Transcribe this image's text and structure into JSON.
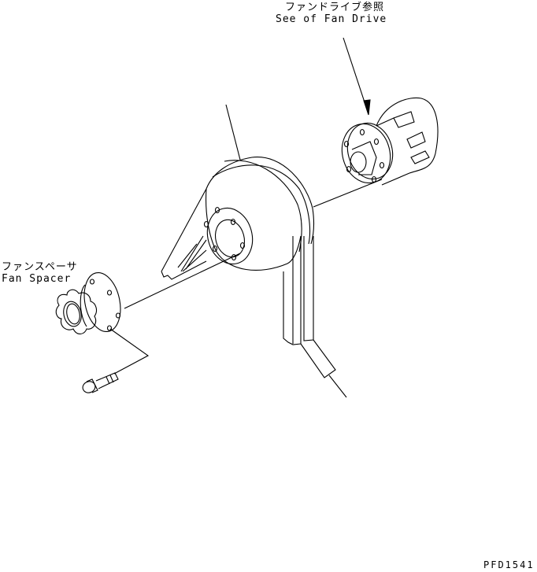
{
  "labels": {
    "fan_drive_jp": "ファンドライブ参照",
    "fan_drive_en": "See of Fan Drive",
    "fan_spacer_jp": "ファンスペーサ",
    "fan_spacer_en": "Fan Spacer",
    "drawing_code": "PFD1541"
  },
  "colors": {
    "line": "#000000",
    "background": "#ffffff"
  }
}
